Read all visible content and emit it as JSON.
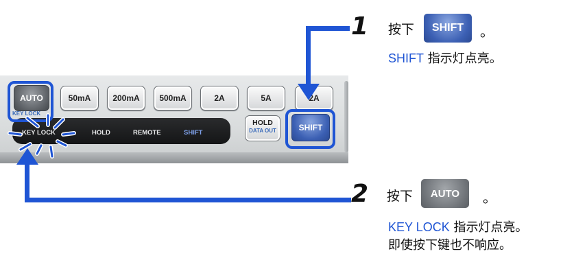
{
  "panel": {
    "auto_key": "AUTO",
    "auto_sub": "KEY LOCK",
    "range_keys": [
      "50mA",
      "200mA",
      "500mA",
      "2A",
      "5A",
      "2A"
    ],
    "strip_labels": [
      "KEY LOCK",
      "HOLD",
      "REMOTE",
      "SHIFT"
    ],
    "hold_key": {
      "line1": "HOLD",
      "line2": "DATA OUT"
    },
    "shift_key": "SHIFT"
  },
  "steps": [
    {
      "number": "1",
      "action": "按下",
      "key_chip": "SHIFT",
      "trailing": "。",
      "note_key": "SHIFT",
      "note_text": " 指示灯点亮。"
    },
    {
      "number": "2",
      "action": "按下",
      "key_chip": "AUTO",
      "trailing": "。",
      "note_key": "KEY LOCK",
      "note_text": " 指示灯点亮。",
      "note_line2": "即使按下键也不响应。"
    }
  ],
  "colors": {
    "accent": "#1f55d4",
    "panel": "#dcdfe0",
    "shift_key": "#3b5fb3",
    "auto_key": "#5c6065"
  }
}
